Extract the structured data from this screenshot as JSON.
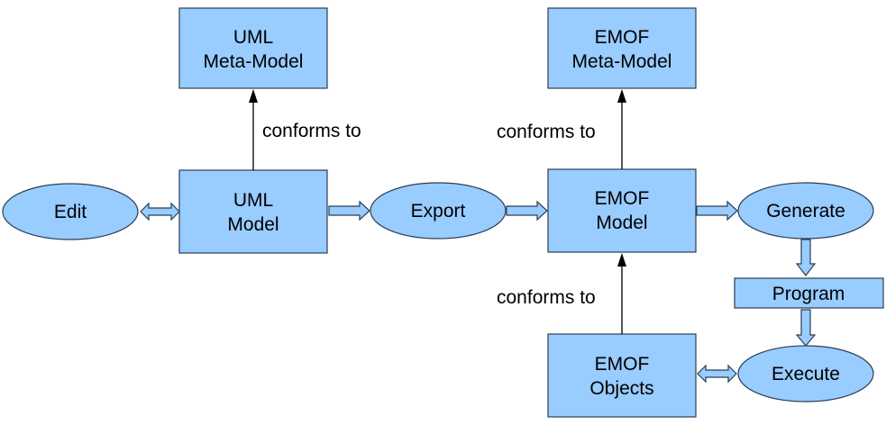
{
  "nodes": {
    "uml_meta_model": [
      "UML",
      "Meta-Model"
    ],
    "emof_meta_model": [
      "EMOF",
      "Meta-Model"
    ],
    "uml_model": [
      "UML",
      "Model"
    ],
    "emof_model": [
      "EMOF",
      "Model"
    ],
    "emof_objects": [
      "EMOF",
      "Objects"
    ],
    "program": "Program",
    "edit": "Edit",
    "export": "Export",
    "generate": "Generate",
    "execute": "Execute"
  },
  "edges": {
    "uml_conforms": "conforms to",
    "emof_model_conforms": "conforms to",
    "emof_objects_conforms": "conforms to"
  },
  "colors": {
    "node_fill": "#99ccff",
    "node_stroke": "#2a3f55"
  }
}
